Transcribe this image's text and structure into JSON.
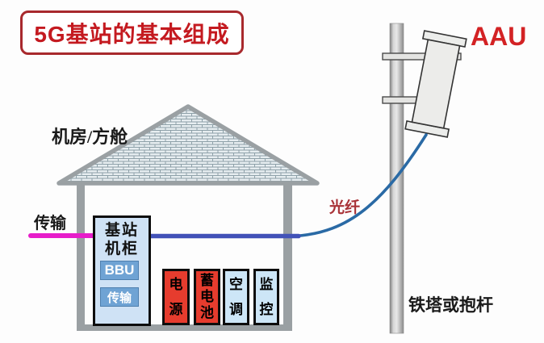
{
  "title": "5G基站的基本组成",
  "labels": {
    "room": "机房/方舱",
    "transmission_line": "传输",
    "fiber": "光纤",
    "tower": "铁塔或抱杆",
    "aau": "AAU"
  },
  "cabinet": {
    "title": "基站机柜",
    "modules": [
      {
        "label": "BBU"
      },
      {
        "label": "传输"
      }
    ]
  },
  "equipment": [
    {
      "label": "电源",
      "color": "#e63c2e"
    },
    {
      "label": "蓄电池",
      "color": "#e63c2e"
    },
    {
      "label": "空调",
      "color": "#cde6f7"
    },
    {
      "label": "监控",
      "color": "#cde6f7"
    }
  ],
  "colors": {
    "accent_red": "#c41a20",
    "title_border_red": "#a8292d",
    "aau_label_red": "#d32224",
    "fiber_label_red": "#a93338",
    "magenta_transmission_line": "#e71dca",
    "blue_backhaul_line": "#4252b8",
    "fiber_cable_blue": "#2a6aa5",
    "structure_gray": "#9aa0a3",
    "cabinet_fill": "#cfe2f5",
    "module_fill": "#6fa3d4",
    "equipment_red": "#e63c2e",
    "equipment_blue": "#cde6f7"
  }
}
